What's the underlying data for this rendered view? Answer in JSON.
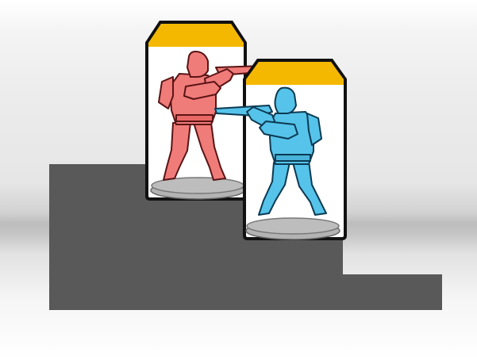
{
  "scene": {
    "terrain": "stepped-cover",
    "background_color": "#e8e8e8",
    "terrain_color": "#595959",
    "tokens": [
      {
        "name": "red-trooper",
        "figure_color": "#f07c7a",
        "figure_outline": "#5a1414",
        "header_color": "#f5b800",
        "card_color": "#ffffff",
        "base_color": "#b3b3b3",
        "stance": "aiming-right",
        "elevation": "high-ground"
      },
      {
        "name": "blue-trooper",
        "figure_color": "#56c3ea",
        "figure_outline": "#0c3a52",
        "header_color": "#f5b800",
        "card_color": "#ffffff",
        "base_color": "#b3b3b3",
        "stance": "aiming-left",
        "elevation": "low-ground"
      }
    ]
  }
}
